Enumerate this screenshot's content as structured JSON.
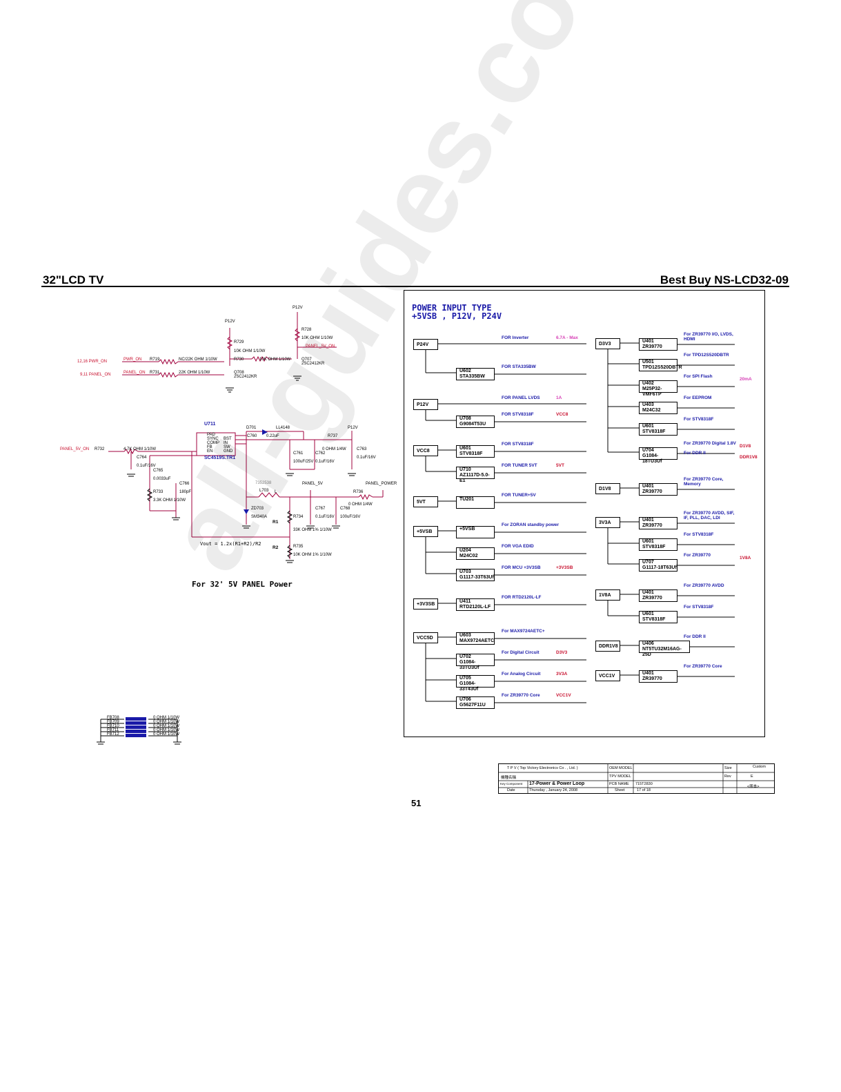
{
  "header": {
    "left": "32\"LCD TV",
    "right": "Best Buy NS-LCD32-09"
  },
  "page_number": "51",
  "watermark": "all-guides.com",
  "schematic_top": {
    "p12v_a": "P12V",
    "p12v_b": "P12V",
    "r728": "R728",
    "r728_val": "10K OHM 1/10W",
    "panel_5v_on": "PANEL_5V_ON",
    "r729": "R729",
    "r729_val": "10K OHM 1/10W",
    "r730": "R730",
    "r730_val": "10K OHM 1/10W",
    "q707": "Q707",
    "q707_part": "2SC2412KR",
    "q708": "Q708",
    "q708_part": "2SC2412KR",
    "pwr_on_ref": "12,16  PWR_ON",
    "pwr_on": "PWR_ON",
    "r719": "R719",
    "r719_val": "NC/22K OHM 1/10W",
    "panel_on_ref": "9,11  PANEL_ON",
    "panel_on": "PANEL_ON",
    "r731": "R731",
    "r731_val": "22K OHM 1/10W"
  },
  "schematic_mid": {
    "u711": "U711",
    "u711_part": "SC4519S.TR1",
    "pins_left": [
      "PAD",
      "SYNC",
      "COMP",
      "FB",
      "EN"
    ],
    "pins_right": [
      "BST",
      "IN",
      "SW",
      "GND"
    ],
    "d701": "D701",
    "ll4148": "LL4148",
    "c760": "C760",
    "c760_val": "0.22uF",
    "r737": "R737",
    "r737_val": "0 OHM 1/4W",
    "p12v": "P12V",
    "c761": "C761",
    "c761_val": "100uF/25V",
    "c762": "C762",
    "c762_val": "0.1uF/16V",
    "c763": "C763",
    "c763_val": "0.1uF/16V",
    "panel_5v_on": "PANEL_5V_ON",
    "r732": "R732",
    "r732_val": "4.7K OHM 1/10W",
    "c764": "C764",
    "c764_val": "0.1uF/16V",
    "c765": "C765",
    "c765_val": "0.0033uF",
    "r733": "R733",
    "r733_val": "3.3K OHM 1/10W",
    "c766": "C766",
    "c766_val": "180pF",
    "l703": "L703",
    "l": "L",
    "l_part": "7352538",
    "panel_5v": "PANEL_5V",
    "panel_power": "PANEL_POWER",
    "r736": "R736",
    "r736_val": "0 OHM 1/4W",
    "zd703": "ZD703",
    "zd703_part": "SM340A",
    "r734": "R734",
    "r734_val": "33K OHM 1% 1/10W",
    "r1": "R1",
    "c767": "C767",
    "c767_val": "0.1uF/16V",
    "c768": "C768",
    "c768_val": "100uF/16V",
    "r735": "R735",
    "r735_val": "10K OHM 1% 1/10W",
    "r2": "R2",
    "formula": "Vout = 1.2x(R1+R2)/R2",
    "caption": "For 32' 5V PANEL Power"
  },
  "ferrites": [
    {
      "ref": "FB708",
      "val": "0 OHM 1/10W"
    },
    {
      "ref": "FB709",
      "val": "0 OHM 1/10W"
    },
    {
      "ref": "FB710",
      "val": "0 OHM 1/10W"
    },
    {
      "ref": "FB711",
      "val": "0 OHM 1/10W"
    },
    {
      "ref": "FB712",
      "val": "0 OHM 1/10W"
    }
  ],
  "power_panel": {
    "title_line1": "POWER  INPUT  TYPE",
    "title_line2": "+5VSB  , P12V, P24V",
    "left": [
      {
        "rail": "P24V",
        "items": [
          {
            "chip": "",
            "part": "",
            "for": "FOR Inverter",
            "note": "6.7A - Max",
            "note_color": "mag"
          },
          {
            "chip": "U602",
            "part": "STA335BW",
            "for": "FOR STA335BW",
            "note": ""
          }
        ]
      },
      {
        "rail": "P12V",
        "items": [
          {
            "chip": "",
            "part": "",
            "for": "FOR PANEL LVDS",
            "note": "1A",
            "note_color": "mag"
          },
          {
            "chip": "U708",
            "part": "G9084T53U",
            "for": "FOR STV8318F",
            "note": "VCC8",
            "note_color": "red"
          }
        ]
      },
      {
        "rail": "VCC8",
        "items": [
          {
            "chip": "U601",
            "part": "STV8318F",
            "for": "FOR STV8318F",
            "note": ""
          },
          {
            "chip": "U710",
            "part": "AZ1117D-5.0-E1",
            "for": "FOR TUNER 5VT",
            "note": "5VT",
            "note_color": "red"
          }
        ]
      },
      {
        "rail": "5VT",
        "items": [
          {
            "chip": "TU201",
            "part": "",
            "for": "FOR TUNER+5V",
            "note": ""
          }
        ]
      },
      {
        "rail": "+5VSB",
        "items": [
          {
            "chip": "+5VSB",
            "part": "",
            "for": "For ZORAN standby power",
            "note": ""
          },
          {
            "chip": "U204",
            "part": "M24C02",
            "for": "FOR VGA EDID",
            "note": ""
          },
          {
            "chip": "U703",
            "part": "G1117-33T63Uf",
            "for": "FOR MCU +3V3SB",
            "note": "+3V3SB",
            "note_color": "red"
          }
        ]
      },
      {
        "rail": "+3V3SB",
        "items": [
          {
            "chip": "U411",
            "part": "RTD2120L-LF",
            "for": "FOR RTD2120L-LF",
            "note": ""
          }
        ]
      },
      {
        "rail": "VCC5D",
        "items": [
          {
            "chip": "U603",
            "part": "MAX9724AETC",
            "for": "For MAX9724AETC+",
            "note": ""
          },
          {
            "chip": "U702",
            "part": "G1084-33TU3Uf",
            "for": "For Digital Circuit",
            "note": "D3V3",
            "note_color": "red"
          },
          {
            "chip": "U705",
            "part": "G1084-33T43Uf",
            "for": "For Analog Circuit",
            "note": "3V3A",
            "note_color": "red"
          },
          {
            "chip": "U706",
            "part": "G5627F11U",
            "for": "For ZR39770 Core",
            "note": "VCC1V",
            "note_color": "red"
          }
        ]
      }
    ],
    "right": [
      {
        "rail": "D3V3",
        "items": [
          {
            "chip": "U401",
            "part": "ZR39770",
            "for": "For ZR39770 I/O, LVDS, HDMI",
            "note": ""
          },
          {
            "chip": "U501",
            "part": "TPD12S520DBTR",
            "for": "For TPD12S520DBTR",
            "note": ""
          },
          {
            "chip": "U402",
            "part": "M25P32-VMF6TP",
            "for": "For SPI Flash",
            "note": "20mA",
            "note_color": "mag"
          },
          {
            "chip": "U403",
            "part": "M24C32",
            "for": "For EEPROM",
            "note": ""
          },
          {
            "chip": "U601",
            "part": "STV8318F",
            "for": "For STV8318F",
            "note": ""
          },
          {
            "chip": "U704",
            "part": "G1084-18TU3Uf",
            "for": "For ZR39770 Digital 1.8V",
            "note": "D1V8",
            "note_color": "red",
            "for2": "For DDR II",
            "note2": "DDR1V8"
          }
        ]
      },
      {
        "rail": "D1V8",
        "items": [
          {
            "chip": "U401",
            "part": "ZR39770",
            "for": "For ZR39770 Core, Memory",
            "note": ""
          }
        ]
      },
      {
        "rail": "3V3A",
        "items": [
          {
            "chip": "U401",
            "part": "ZR39770",
            "for": "For ZR39770 AVDD, SIF, IF, PLL, DAC, LDI",
            "note": ""
          },
          {
            "chip": "U601",
            "part": "STV8318F",
            "for": "For STV8318F",
            "note": ""
          },
          {
            "chip": "U707",
            "part": "G1117-18T63Uf",
            "for": "For ZR39770",
            "note": "1V8A",
            "note_color": "red"
          }
        ]
      },
      {
        "rail": "1V8A",
        "items": [
          {
            "chip": "U401",
            "part": "ZR39770",
            "for": "For ZR39770 AVDD",
            "note": ""
          },
          {
            "chip": "U601",
            "part": "STV8318F",
            "for": "For STV8318F",
            "note": ""
          }
        ]
      },
      {
        "rail": "DDR1V8",
        "items": [
          {
            "chip": "U406",
            "part": "NT5TU32M16AG-25D",
            "for": "For DDR II",
            "note": ""
          }
        ]
      },
      {
        "rail": "VCC1V",
        "items": [
          {
            "chip": "U401",
            "part": "ZR39770",
            "for": "For ZR39770 Core",
            "note": ""
          }
        ]
      }
    ]
  },
  "title_block": {
    "company": "T P V  ( Top  Victory  Electronics  Co . ,  Ltd. )",
    "oem_model_label": "OEM MODEL",
    "size_label": "Size",
    "size": "Custom",
    "tpv_model_label": "TPV MODEL",
    "rev_label": "Rev",
    "rev": "E",
    "row2_left": "機種名稱",
    "key_component": "Key Component",
    "title": "17-Power & Power Loop",
    "pcb_name_label": "PCB NAME",
    "pcb_name": "715T2830",
    "rev_mark": "<版本>",
    "date_label": "Date",
    "date": "Thursday , January 24, 2008",
    "sheet_label": "Sheet",
    "sheet": "17  of  18"
  }
}
